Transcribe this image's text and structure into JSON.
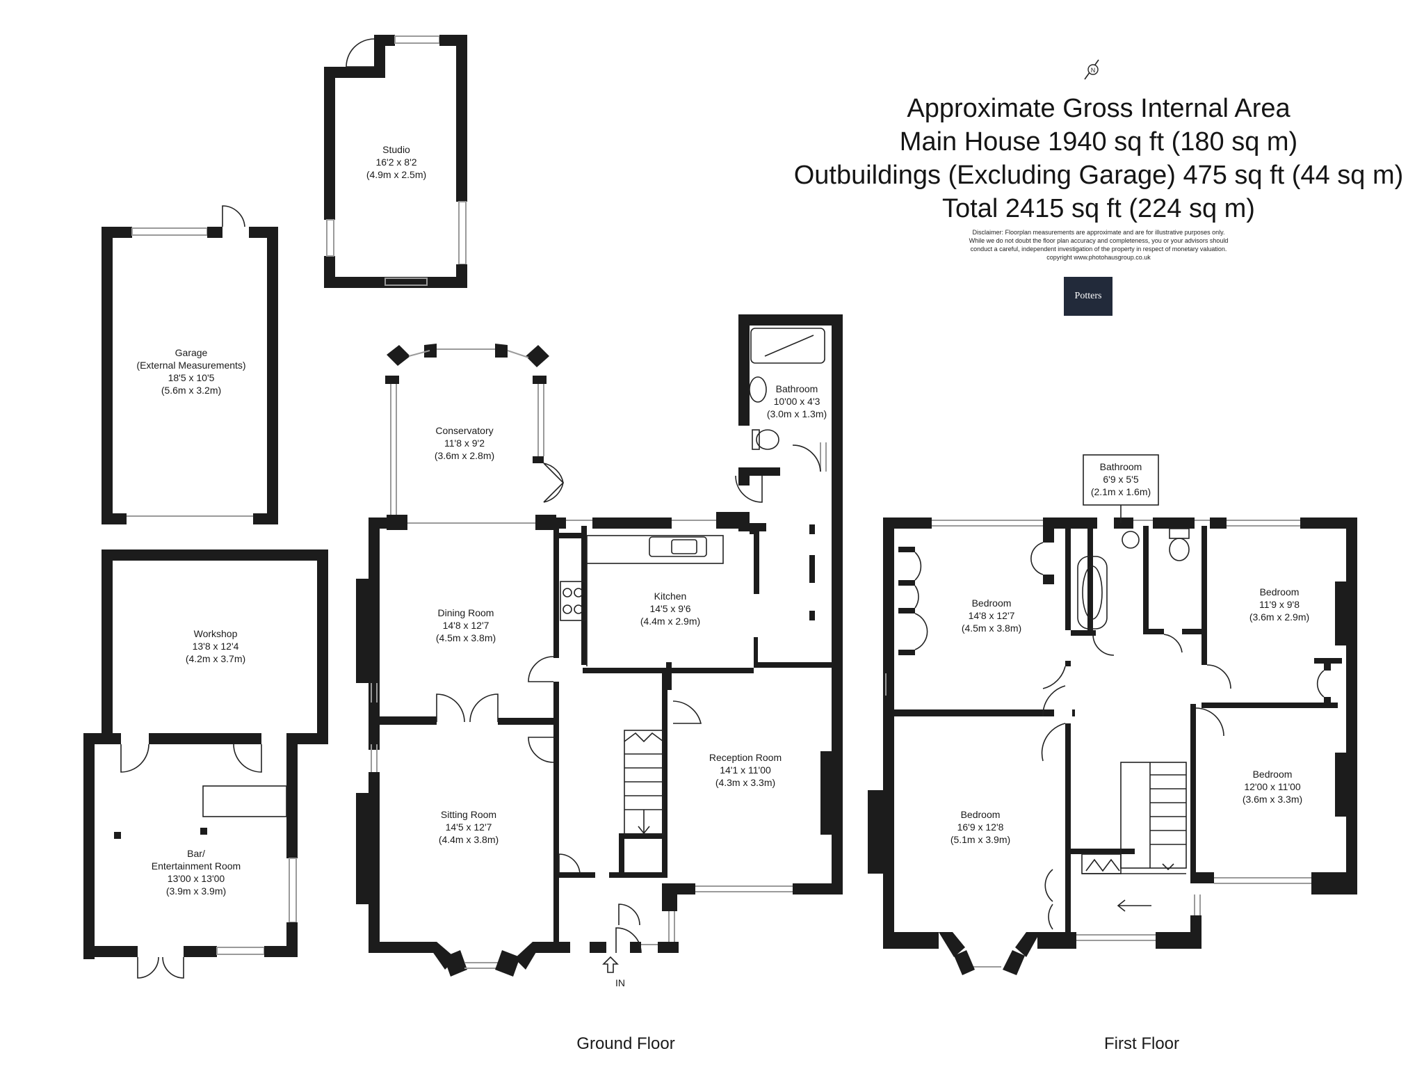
{
  "area": {
    "heading": "Approximate Gross Internal Area",
    "main_house": "Main House 1940 sq ft  (180 sq m)",
    "outbuildings": "Outbuildings (Excluding Garage) 475 sq ft (44 sq m)",
    "total": "Total 2415 sq ft (224 sq m)",
    "disclaimer_1": "Disclaimer: Floorplan measurements are approximate and are for illustrative purposes only.",
    "disclaimer_2": "While we do not doubt the floor plan accuracy and completeness, you or your advisors should",
    "disclaimer_3": "conduct a careful, independent investigation of the property in respect of monetary valuation.",
    "copyright": "copyright www.photohausgroup.co.uk"
  },
  "logo": {
    "text": "Potters",
    "color": "#222a3a"
  },
  "compass": {
    "letter": "N"
  },
  "floors": {
    "ground": "Ground Floor",
    "first": "First Floor"
  },
  "entrance": "IN",
  "rooms": {
    "studio": {
      "name": "Studio",
      "imperial": "16'2 x 8'2",
      "metric": "(4.9m x 2.5m)"
    },
    "garage": {
      "name": "Garage",
      "note": "(External Measurements)",
      "imperial": "18'5 x 10'5",
      "metric": "(5.6m x 3.2m)"
    },
    "workshop": {
      "name": "Workshop",
      "imperial": "13'8 x 12'4",
      "metric": "(4.2m x 3.7m)"
    },
    "bar": {
      "name": "Bar/",
      "name2": "Entertainment Room",
      "imperial": "13'00 x 13'00",
      "metric": "(3.9m x 3.9m)"
    },
    "conservatory": {
      "name": "Conservatory",
      "imperial": "11'8 x 9'2",
      "metric": "(3.6m x 2.8m)"
    },
    "dining": {
      "name": "Dining Room",
      "imperial": "14'8 x 12'7",
      "metric": "(4.5m x 3.8m)"
    },
    "kitchen": {
      "name": "Kitchen",
      "imperial": "14'5 x 9'6",
      "metric": "(4.4m x 2.9m)"
    },
    "bathroom_gf": {
      "name": "Bathroom",
      "imperial": "10'00 x 4'3",
      "metric": "(3.0m x 1.3m)"
    },
    "sitting": {
      "name": "Sitting Room",
      "imperial": "14'5 x 12'7",
      "metric": "(4.4m x 3.8m)"
    },
    "reception": {
      "name": "Reception Room",
      "imperial": "14'1 x 11'00",
      "metric": "(4.3m x 3.3m)"
    },
    "bathroom_ff": {
      "name": "Bathroom",
      "imperial": "6'9 x 5'5",
      "metric": "(2.1m x 1.6m)"
    },
    "bed1": {
      "name": "Bedroom",
      "imperial": "14'8 x 12'7",
      "metric": "(4.5m x 3.8m)"
    },
    "bed2": {
      "name": "Bedroom",
      "imperial": "11'9 x 9'8",
      "metric": "(3.6m x 2.9m)"
    },
    "bed3": {
      "name": "Bedroom",
      "imperial": "16'9 x 12'8",
      "metric": "(5.1m x 3.9m)"
    },
    "bed4": {
      "name": "Bedroom",
      "imperial": "12'00 x 11'00",
      "metric": "(3.6m x 3.3m)"
    }
  }
}
